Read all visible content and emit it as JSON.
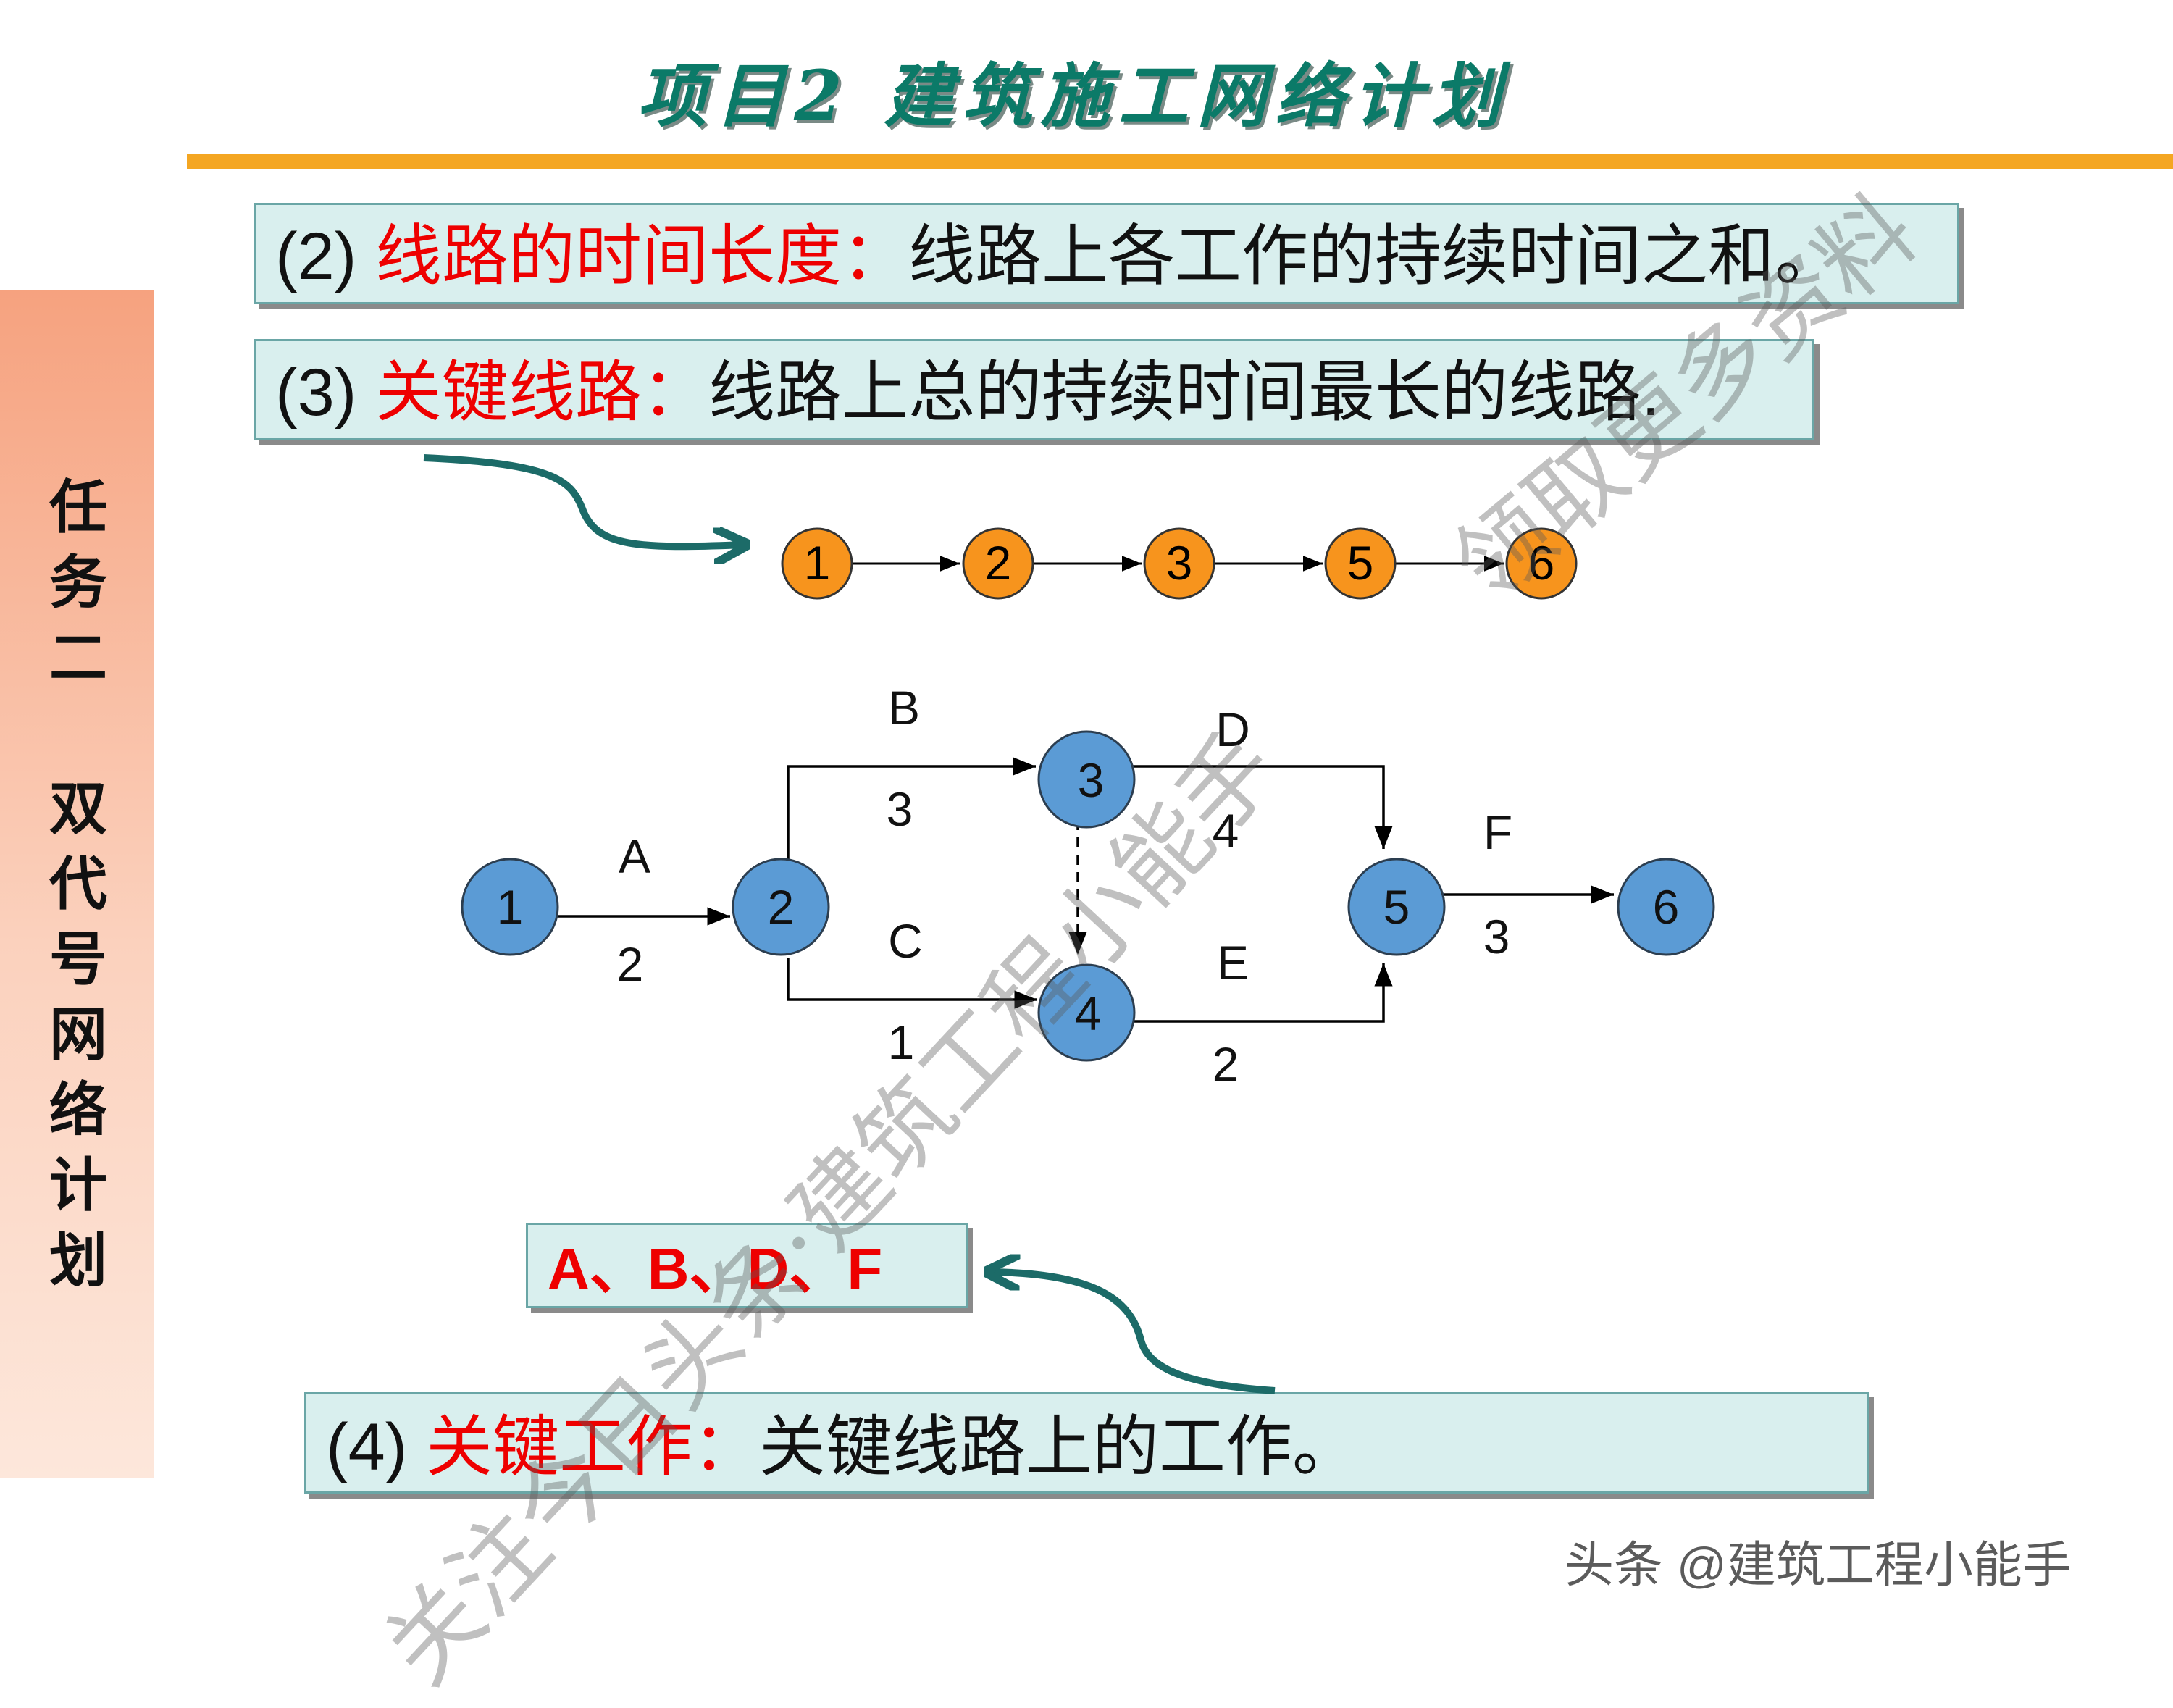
{
  "header": {
    "title": "项目2  建筑施工网络计划"
  },
  "sidebar": {
    "title": "任务二 双代号网络计划",
    "title_chars": [
      "任",
      "务",
      "二",
      "",
      "双",
      "代",
      "号",
      "网",
      "络",
      "计",
      "划"
    ]
  },
  "definitions": [
    {
      "num": "(2) ",
      "term": "线路的时间长度：",
      "desc": "线路上各工作的持续时间之和。"
    },
    {
      "num": "(3)  ",
      "term": "关键线路：",
      "desc": "线路上总的持续时间最长的线路."
    },
    {
      "num": "(4)  ",
      "term": "关键工作：",
      "desc": "关键线路上的工作。"
    }
  ],
  "critical_path": {
    "nodes": [
      "1",
      "2",
      "3",
      "5",
      "6"
    ],
    "answer": "A、B、D、F"
  },
  "network": {
    "nodes": [
      "1",
      "2",
      "3",
      "4",
      "5",
      "6"
    ],
    "activities": [
      {
        "name": "A",
        "duration": "2"
      },
      {
        "name": "B",
        "duration": "3"
      },
      {
        "name": "C",
        "duration": "1"
      },
      {
        "name": "D",
        "duration": "4"
      },
      {
        "name": "E",
        "duration": "2"
      },
      {
        "name": "F",
        "duration": "3"
      }
    ]
  },
  "watermarks": {
    "footer": "头条 @建筑工程小能手",
    "diagonal_1": "关注今日头条·建筑工程小能手",
    "diagonal_2": "领取更多资料"
  },
  "colors": {
    "orange_node": "#f7941d",
    "blue_node": "#5b9bd5",
    "teal_box": "#d9efee",
    "red_term": "#ee0000",
    "accent_bar": "#f4a622",
    "arrow_teal": "#1c6b68"
  }
}
